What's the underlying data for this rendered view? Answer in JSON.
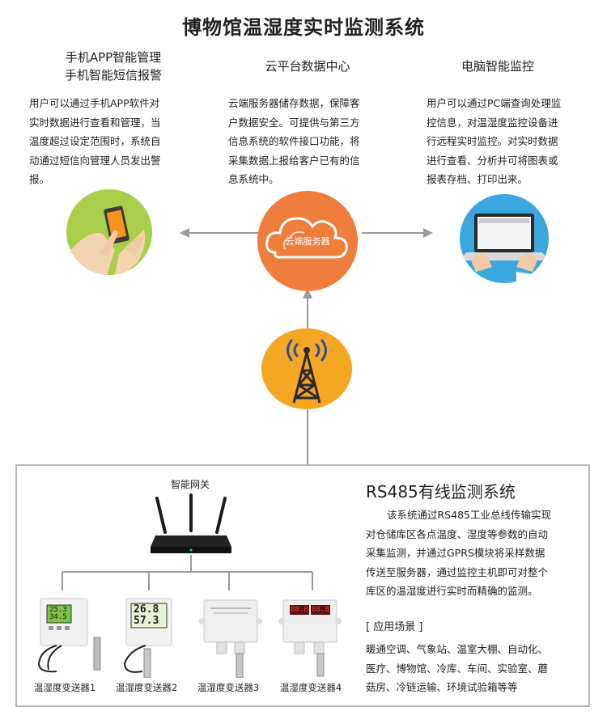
{
  "title": "博物馆温湿度实时监测系统",
  "left": {
    "heading_line1": "手机APP智能管理",
    "heading_line2": "手机智能短信报警",
    "text_lines": [
      "用户可以通过手机APP软件对",
      "实时数据进行查看和管理，当",
      "温度超过设定范围时，系统自",
      "动通过短信向管理人员发出警",
      "报。"
    ]
  },
  "center": {
    "heading": "云平台数据中心",
    "text_lines": [
      "云端服务器储存数据，保障客",
      "户数据安全。可提供与第三方",
      "信息系统的软件接口功能，将",
      "采集数据上报给客户已有的信",
      "息系统中。"
    ],
    "cloud_label": "云端服务器"
  },
  "right": {
    "heading": "电脑智能监控",
    "text_lines": [
      "用户可以通过PC端查询处理监",
      "控信息，对温湿度监控设备进",
      "行远程实时监控。对实时数据",
      "进行查看、分析并可将图表或",
      "报表存档、打印出来。"
    ]
  },
  "gateway_label": "智能网关",
  "rs485": {
    "title": "RS485有线监测系统",
    "text_lines": [
      "该系统通过RS485工业总线传输实现",
      "对仓储库区各点温度、湿度等参数的自动",
      "采集监测，并通过GPRS模块将采样数据",
      "传送至服务器，通过监控主机即可对整个",
      "库区的温湿度进行实时而精确的监测。"
    ]
  },
  "scenes": {
    "heading": "[ 应用场景 ]",
    "text_lines": [
      "暖通空调、气象站、温室大棚、自动化、",
      "医疗、博物馆、冷库、车间、实验室、蘑",
      "菇房、冷链运输、环境试验箱等等"
    ]
  },
  "devices": [
    {
      "label": "温湿度变送器1",
      "display": [
        "25.3",
        "34.5"
      ]
    },
    {
      "label": "温湿度变送器2",
      "display": [
        "26.8",
        "57.3"
      ]
    },
    {
      "label": "温湿度变送器3"
    },
    {
      "label": "温湿度变送器4",
      "display": [
        "88.8",
        "88.8"
      ]
    }
  ],
  "colors": {
    "accent_orange": "#f5a623",
    "cloud_orange": "#ef7d3c",
    "phone_green": "#a9cf4a",
    "pc_blue": "#3ba7e0",
    "line_gray": "#a0a0a0"
  }
}
